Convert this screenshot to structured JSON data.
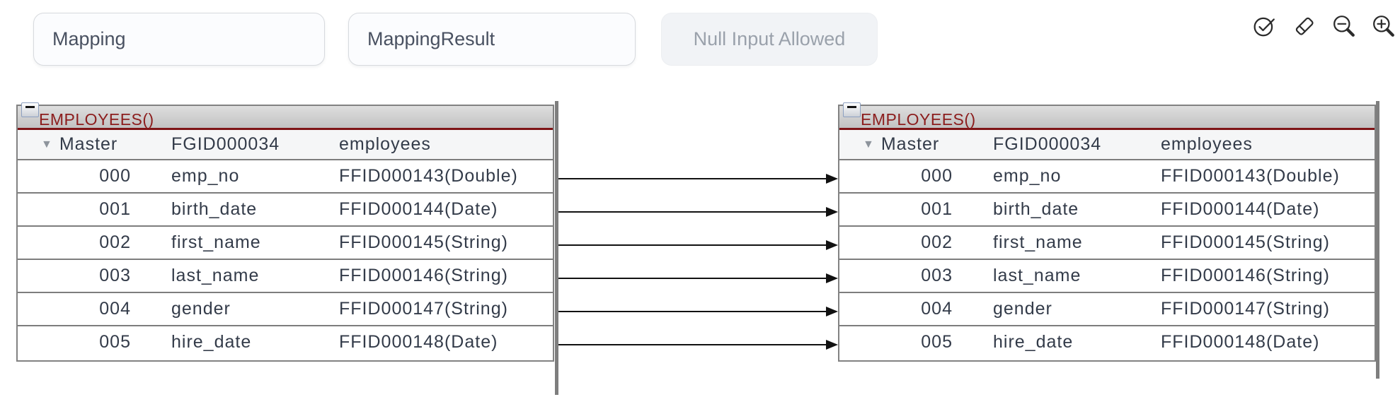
{
  "toolbar": {
    "mapping_input": {
      "value": "Mapping"
    },
    "result_input": {
      "value": "MappingResult"
    },
    "null_input_chip": {
      "label": "Null Input Allowed"
    },
    "icons": [
      {
        "name": "validate-check-icon"
      },
      {
        "name": "eraser-icon"
      },
      {
        "name": "zoom-out-icon"
      },
      {
        "name": "zoom-in-icon"
      }
    ]
  },
  "panels": [
    {
      "side": "source",
      "title": "EMPLOYEES()",
      "expander_glyph": "minus",
      "master": {
        "toggle": "▼",
        "label": "Master",
        "group_id": "FGID000034",
        "dataset": "employees"
      },
      "rows": [
        {
          "index": "000",
          "field": "emp_no",
          "field_id": "FFID000143(Double)"
        },
        {
          "index": "001",
          "field": "birth_date",
          "field_id": "FFID000144(Date)"
        },
        {
          "index": "002",
          "field": "first_name",
          "field_id": "FFID000145(String)"
        },
        {
          "index": "003",
          "field": "last_name",
          "field_id": "FFID000146(String)"
        },
        {
          "index": "004",
          "field": "gender",
          "field_id": "FFID000147(String)"
        },
        {
          "index": "005",
          "field": "hire_date",
          "field_id": "FFID000148(Date)"
        }
      ]
    },
    {
      "side": "target",
      "title": "EMPLOYEES()",
      "expander_glyph": "minus",
      "master": {
        "toggle": "▼",
        "label": "Master",
        "group_id": "FGID000034",
        "dataset": "employees"
      },
      "rows": [
        {
          "index": "000",
          "field": "emp_no",
          "field_id": "FFID000143(Double)"
        },
        {
          "index": "001",
          "field": "birth_date",
          "field_id": "FFID000144(Date)"
        },
        {
          "index": "002",
          "field": "first_name",
          "field_id": "FFID000145(String)"
        },
        {
          "index": "003",
          "field": "last_name",
          "field_id": "FFID000146(String)"
        },
        {
          "index": "004",
          "field": "gender",
          "field_id": "FFID000147(String)"
        },
        {
          "index": "005",
          "field": "hire_date",
          "field_id": "FFID000148(Date)"
        }
      ]
    }
  ],
  "mappings": [
    {
      "source_row": 0,
      "target_row": 0
    },
    {
      "source_row": 1,
      "target_row": 1
    },
    {
      "source_row": 2,
      "target_row": 2
    },
    {
      "source_row": 3,
      "target_row": 3
    },
    {
      "source_row": 4,
      "target_row": 4
    },
    {
      "source_row": 5,
      "target_row": 5
    }
  ],
  "colors": {
    "title_red": "#8c1d1d",
    "header_rule_red": "#7e1416",
    "row_text": "#333b49",
    "divider_gray": "#7e7e7e",
    "arrow_black": "#111111"
  }
}
